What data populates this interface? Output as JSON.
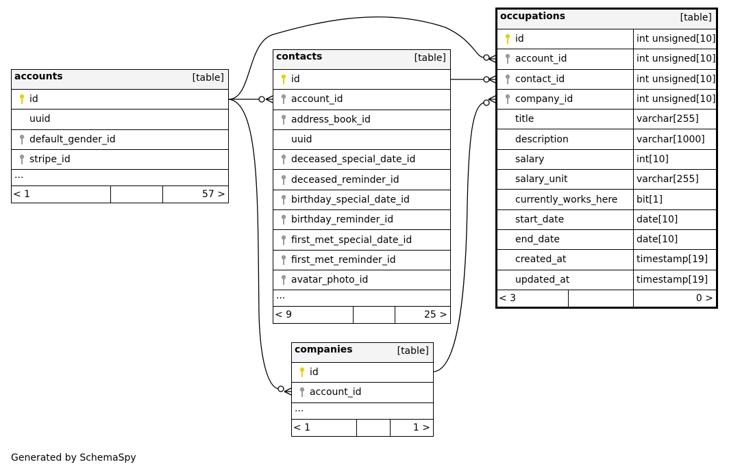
{
  "colors": {
    "pk_key": "#e6d200",
    "fk_key": "#9a9a9a",
    "header_bg": "#f4f4f4",
    "line": "#000000"
  },
  "tables": {
    "accounts": {
      "name": "accounts",
      "kind": "[table]",
      "columns": [
        {
          "name": "id",
          "key": "pk"
        },
        {
          "name": "uuid",
          "key": ""
        },
        {
          "name": "default_gender_id",
          "key": "fk"
        },
        {
          "name": "stripe_id",
          "key": "fk"
        }
      ],
      "more": "...",
      "footer": {
        "left": "< 1",
        "right": "57 >"
      }
    },
    "contacts": {
      "name": "contacts",
      "kind": "[table]",
      "columns": [
        {
          "name": "id",
          "key": "pk"
        },
        {
          "name": "account_id",
          "key": "fk"
        },
        {
          "name": "address_book_id",
          "key": "fk"
        },
        {
          "name": "uuid",
          "key": ""
        },
        {
          "name": "deceased_special_date_id",
          "key": "fk"
        },
        {
          "name": "deceased_reminder_id",
          "key": "fk"
        },
        {
          "name": "birthday_special_date_id",
          "key": "fk"
        },
        {
          "name": "birthday_reminder_id",
          "key": "fk"
        },
        {
          "name": "first_met_special_date_id",
          "key": "fk"
        },
        {
          "name": "first_met_reminder_id",
          "key": "fk"
        },
        {
          "name": "avatar_photo_id",
          "key": "fk"
        }
      ],
      "more": "...",
      "footer": {
        "left": "< 9",
        "right": "25 >"
      }
    },
    "companies": {
      "name": "companies",
      "kind": "[table]",
      "columns": [
        {
          "name": "id",
          "key": "pk"
        },
        {
          "name": "account_id",
          "key": "fk"
        }
      ],
      "more": "...",
      "footer": {
        "left": "< 1",
        "right": "1 >"
      }
    },
    "occupations": {
      "name": "occupations",
      "kind": "[table]",
      "columns": [
        {
          "name": "id",
          "key": "pk",
          "type": "int unsigned[10]"
        },
        {
          "name": "account_id",
          "key": "fk",
          "type": "int unsigned[10]"
        },
        {
          "name": "contact_id",
          "key": "fk",
          "type": "int unsigned[10]"
        },
        {
          "name": "company_id",
          "key": "fk",
          "type": "int unsigned[10]"
        },
        {
          "name": "title",
          "key": "",
          "type": "varchar[255]"
        },
        {
          "name": "description",
          "key": "",
          "type": "varchar[1000]"
        },
        {
          "name": "salary",
          "key": "",
          "type": "int[10]"
        },
        {
          "name": "salary_unit",
          "key": "",
          "type": "varchar[255]"
        },
        {
          "name": "currently_works_here",
          "key": "",
          "type": "bit[1]"
        },
        {
          "name": "start_date",
          "key": "",
          "type": "date[10]"
        },
        {
          "name": "end_date",
          "key": "",
          "type": "date[10]"
        },
        {
          "name": "created_at",
          "key": "",
          "type": "timestamp[19]"
        },
        {
          "name": "updated_at",
          "key": "",
          "type": "timestamp[19]"
        }
      ],
      "footer": {
        "left": "< 3",
        "right": "0 >"
      }
    }
  },
  "credit": "Generated by SchemaSpy"
}
